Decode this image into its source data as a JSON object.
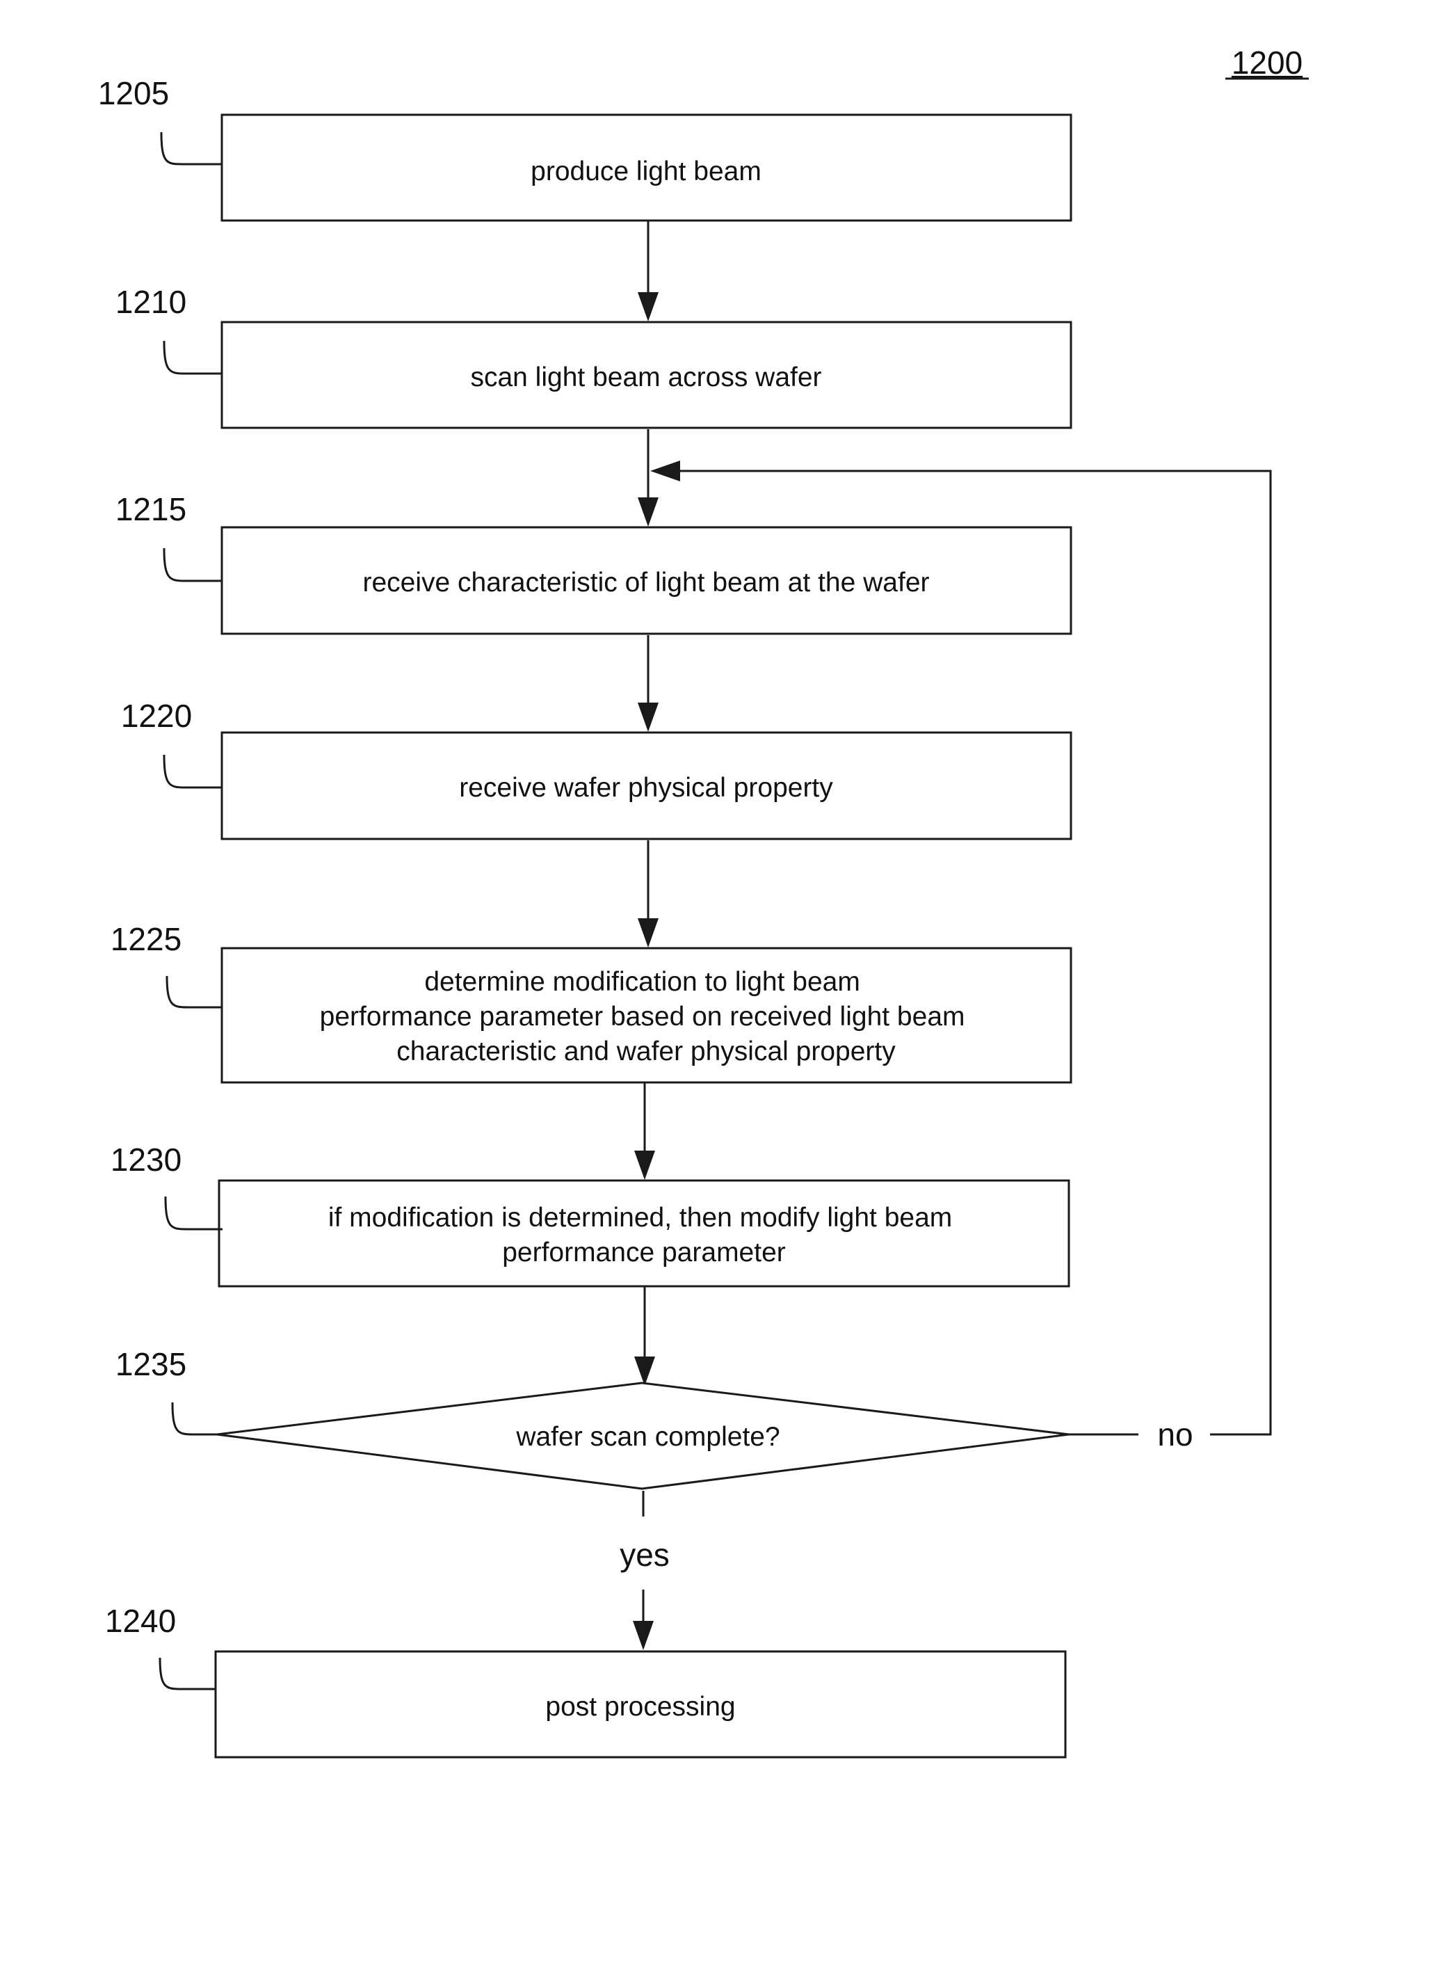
{
  "figure_number": "1200",
  "nodes": [
    {
      "id": "1205",
      "ref": "1205",
      "shape": "process",
      "lines": [
        "produce light beam"
      ]
    },
    {
      "id": "1210",
      "ref": "1210",
      "shape": "process",
      "lines": [
        "scan light beam across wafer"
      ]
    },
    {
      "id": "1215",
      "ref": "1215",
      "shape": "process",
      "lines": [
        "receive characteristic of light beam at the wafer"
      ]
    },
    {
      "id": "1220",
      "ref": "1220",
      "shape": "process",
      "lines": [
        "receive wafer physical property"
      ]
    },
    {
      "id": "1225",
      "ref": "1225",
      "shape": "process",
      "lines": [
        "determine modification to light beam",
        "performance parameter based on received light beam",
        "characteristic and wafer physical property"
      ]
    },
    {
      "id": "1230",
      "ref": "1230",
      "shape": "process",
      "lines": [
        "if modification is determined, then modify light beam",
        "performance parameter"
      ]
    },
    {
      "id": "1235",
      "ref": "1235",
      "shape": "decision",
      "lines": [
        "wafer scan complete?"
      ]
    },
    {
      "id": "1240",
      "ref": "1240",
      "shape": "process",
      "lines": [
        "post processing"
      ]
    }
  ],
  "edges": [
    {
      "from": "1205",
      "to": "1210",
      "label": ""
    },
    {
      "from": "1210",
      "to": "1215",
      "label": ""
    },
    {
      "from": "1215",
      "to": "1220",
      "label": ""
    },
    {
      "from": "1220",
      "to": "1225",
      "label": ""
    },
    {
      "from": "1225",
      "to": "1230",
      "label": ""
    },
    {
      "from": "1230",
      "to": "1235",
      "label": ""
    },
    {
      "from": "1235",
      "to": "1240",
      "label": "yes"
    },
    {
      "from": "1235",
      "to": "1215",
      "label": "no"
    }
  ],
  "colors": {
    "line": "#1a1a1a",
    "text": "#111111",
    "background": "#ffffff"
  }
}
